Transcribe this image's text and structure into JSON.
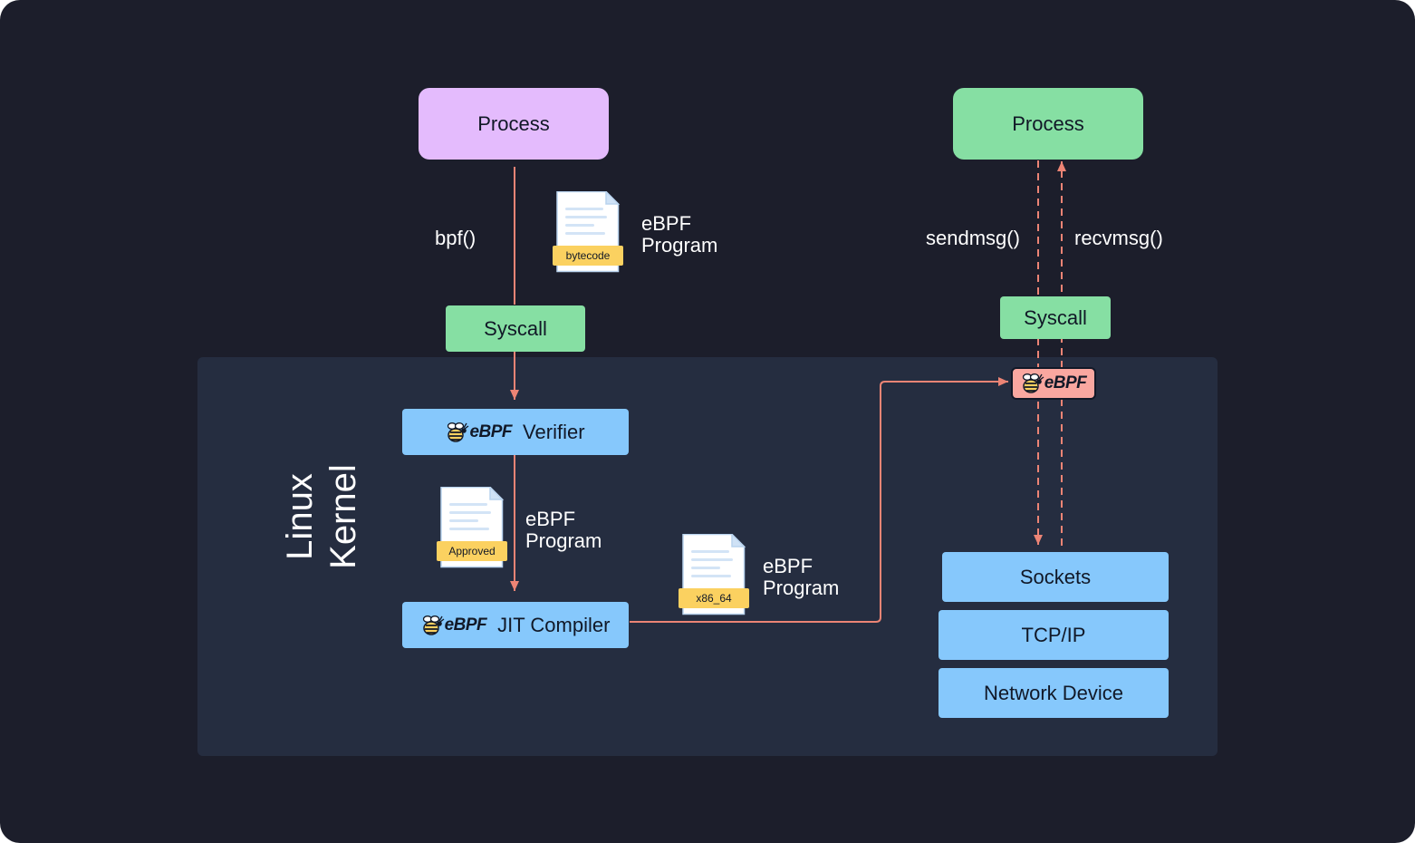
{
  "colors": {
    "background": "#1c1e2b",
    "kernel_panel": "#252d40",
    "process_purple": "#e4bbfd",
    "process_green": "#86dfa3",
    "syscall_green": "#86dfa3",
    "kernel_blue": "#86c8fc",
    "arrow": "#ec8475",
    "ebpf_hook": "#f9a7a0",
    "file_tag": "#fbd160"
  },
  "kernel": {
    "line1": "Linux",
    "line2": "Kernel"
  },
  "left_flow": {
    "process": "Process",
    "syscall_call": "bpf()",
    "syscall": "Syscall",
    "bytecode_doc": {
      "tag": "bytecode",
      "label_line1": "eBPF",
      "label_line2": "Program"
    },
    "verifier": {
      "logo": "eBPF",
      "label": "Verifier"
    },
    "approved_doc": {
      "tag": "Approved",
      "label_line1": "eBPF",
      "label_line2": "Program"
    },
    "jit": {
      "logo": "eBPF",
      "label": "JIT Compiler"
    },
    "native_doc": {
      "tag": "x86_64",
      "label_line1": "eBPF",
      "label_line2": "Program"
    }
  },
  "right_flow": {
    "process": "Process",
    "send_call": "sendmsg()",
    "recv_call": "recvmsg()",
    "syscall": "Syscall",
    "hook": {
      "logo": "eBPF"
    },
    "stack": [
      "Sockets",
      "TCP/IP",
      "Network Device"
    ]
  },
  "icons": [
    "bee-logo-icon",
    "document-icon"
  ]
}
